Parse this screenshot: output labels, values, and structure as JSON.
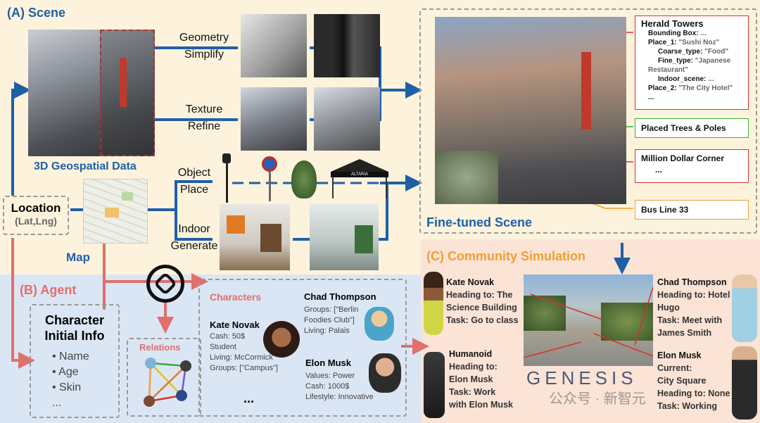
{
  "colors": {
    "blue": "#1f5fa8",
    "red": "#e0706a",
    "panel_a": "#fdf3dc",
    "panel_b": "#dbe6f5",
    "panel_c": "#fbe3d6"
  },
  "scene": {
    "title": "(A) Scene",
    "geo_label": "3D Geospatial Data",
    "geometry_label": [
      "Geometry",
      "Simplify"
    ],
    "texture_label": [
      "Texture",
      "Refine"
    ],
    "object_label": [
      "Object",
      "Place"
    ],
    "indoor_label": [
      "Indoor",
      "Generate"
    ],
    "location": "Location",
    "latlng": "(Lat,Lng)",
    "map_label": "Map",
    "tent_text": "ALTARIA",
    "finetuned_label": "Fine-tuned Scene"
  },
  "callouts": {
    "herald": {
      "title": "Herald Towers",
      "lines": [
        {
          "k": "Bounding Box: ",
          "v": "..."
        },
        {
          "k": "Place_1: ",
          "v": "\"Sushi Noz\""
        },
        {
          "k": "Coarse_type: ",
          "v": "\"Food\""
        },
        {
          "k": "Fine_type: ",
          "v": "\"Japanese"
        },
        {
          "k": "Restaurant\"",
          "v": ""
        },
        {
          "k": "Indoor_scene: ",
          "v": "..."
        },
        {
          "k": "Place_2: ",
          "v": "\"The City Hotel\""
        },
        {
          "k": "...",
          "v": ""
        }
      ]
    },
    "trees": "Placed Trees & Poles",
    "million": "Million Dollar Corner",
    "million_dots": "...",
    "bus": "Bus Line 33"
  },
  "agent": {
    "title": "(B) Agent",
    "char_info": [
      "Character",
      "Initial Info"
    ],
    "bullets": [
      "Name",
      "Age",
      "Skin"
    ],
    "more": "...",
    "characters_label": "Characters",
    "relations_label": "Relations",
    "kate": {
      "name": "Kate Novak",
      "lines": [
        "Cash: 50$",
        "Student",
        "Living: McCormick",
        "Groups: [\"Campus\"]"
      ]
    },
    "chad": {
      "name": "Chad Thompson",
      "lines": [
        "Groups: [\"Berlin",
        "Foodies Club\"]",
        "Living: Palais"
      ]
    },
    "elon": {
      "name": "Elon Musk",
      "lines": [
        "Values: Power",
        "Cash: 1000$",
        "Lifestyle: Innovative"
      ]
    },
    "ellipsis": "..."
  },
  "community": {
    "title": "(C) Community Simulation",
    "kate": {
      "name": "Kate Novak",
      "lines": [
        "Heading to: The",
        "Science Building",
        "Task: Go to class"
      ]
    },
    "humanoid": {
      "name": "Humanoid",
      "lines": [
        "Heading to:",
        "Elon Musk",
        "Task: Work",
        "with Elon Musk"
      ]
    },
    "chad": {
      "name": "Chad Thompson",
      "lines": [
        "Heading to: Hotel",
        "Hugo",
        "Task: Meet with",
        "James Smith"
      ]
    },
    "elon": {
      "name": "Elon Musk",
      "lines": [
        "Current:",
        "City Square",
        "Heading to: None",
        "Task: Working"
      ]
    },
    "genesis": "GENESIS",
    "watermark": "公众号 · 新智元"
  }
}
